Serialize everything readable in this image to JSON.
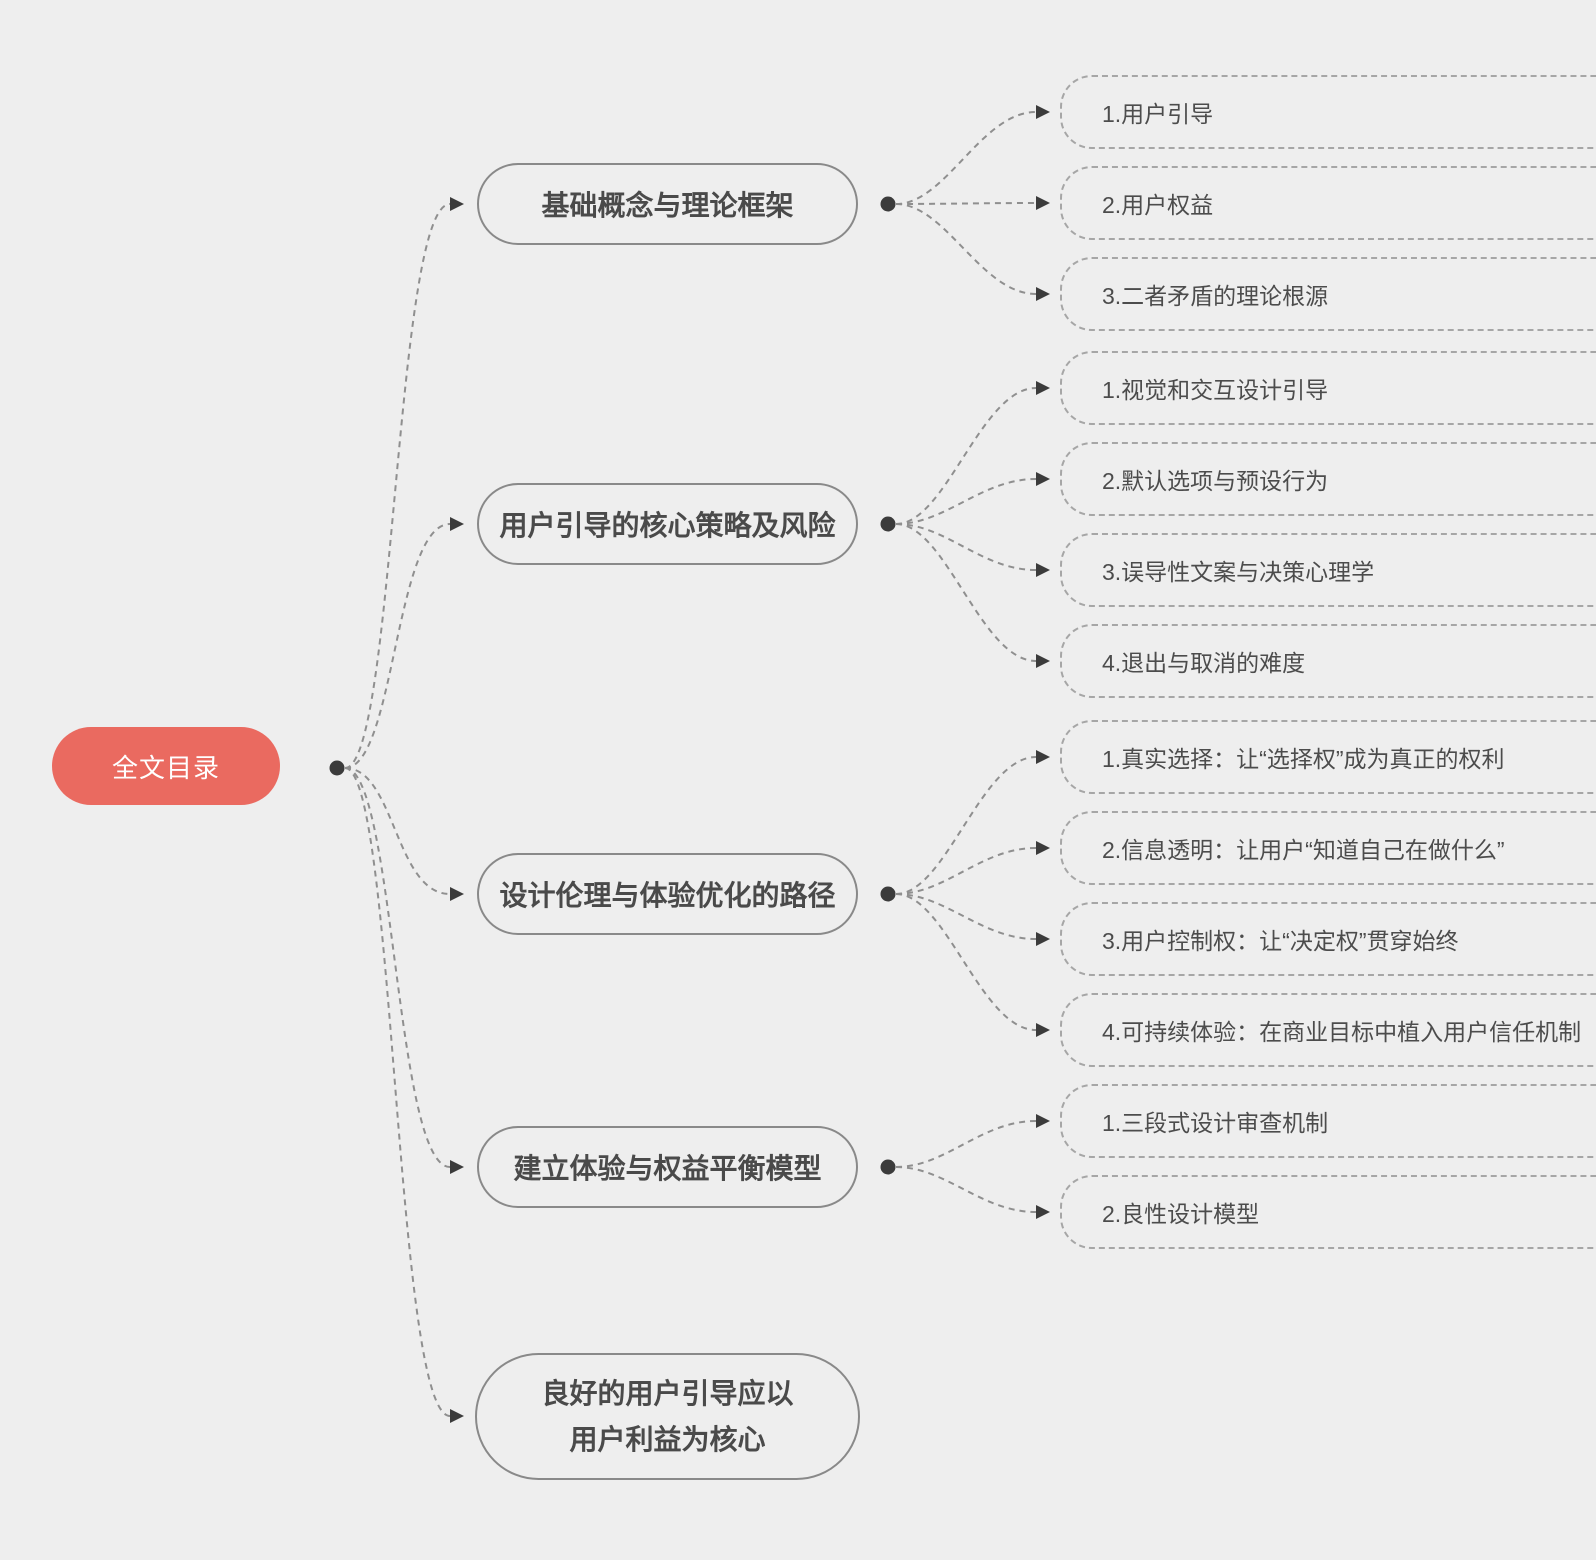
{
  "root": {
    "label": "全文目录"
  },
  "branches": [
    {
      "label": "基础概念与理论框架",
      "children": [
        {
          "label": "1.用户引导"
        },
        {
          "label": "2.用户权益"
        },
        {
          "label": "3.二者矛盾的理论根源"
        }
      ]
    },
    {
      "label": "用户引导的核心策略及风险",
      "children": [
        {
          "label": "1.视觉和交互设计引导"
        },
        {
          "label": "2.默认选项与预设行为"
        },
        {
          "label": "3.误导性文案与决策心理学"
        },
        {
          "label": "4.退出与取消的难度"
        }
      ]
    },
    {
      "label": "设计伦理与体验优化的路径",
      "children": [
        {
          "label": "1.真实选择：让“选择权”成为真正的权利"
        },
        {
          "label": "2.信息透明：让用户“知道自己在做什么”"
        },
        {
          "label": "3.用户控制权：让“决定权”贯穿始终"
        },
        {
          "label": "4.可持续体验：在商业目标中植入用户信任机制"
        }
      ]
    },
    {
      "label": "建立体验与权益平衡模型",
      "children": [
        {
          "label": "1.三段式设计审查机制"
        },
        {
          "label": "2.良性设计模型"
        }
      ]
    },
    {
      "label_lines": [
        "良好的用户引导应以",
        "用户利益为核心"
      ],
      "children": []
    }
  ],
  "colors": {
    "background": "#eeeeee",
    "root_fill": "#ea6a60",
    "root_text": "#ffffff",
    "branch_border": "#898989",
    "branch_text": "#4a4a4a",
    "leaf_border": "#a6a6a6",
    "leaf_text": "#4c4c4c",
    "connector": "#8f8f8f",
    "dot_arrow": "#3b3b3b"
  }
}
